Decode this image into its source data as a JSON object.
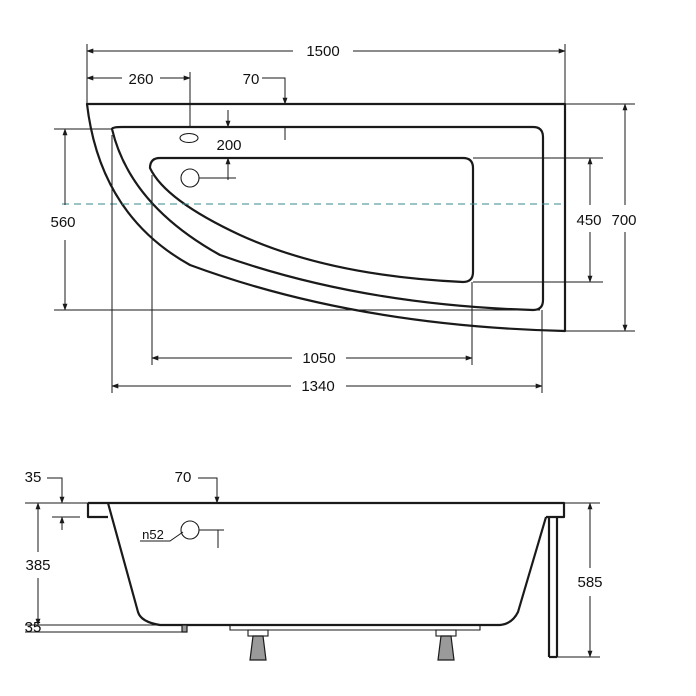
{
  "top_view": {
    "overall_length": "1500",
    "drain_offset": "260",
    "rim_width": "70",
    "drain_to_inner": "200",
    "inner_width_left": "560",
    "bottom_width": "450",
    "overall_width": "700",
    "bottom_length": "1050",
    "inner_length": "1340"
  },
  "side_view": {
    "rim_thickness": "35",
    "rim_width": "70",
    "overflow_label": "n52",
    "inner_depth": "385",
    "floor_offset": "35",
    "overall_height": "585"
  },
  "colors": {
    "line": "#1a1a1a",
    "axis": "#3a8a8a",
    "leg": "#9a9a9a"
  }
}
